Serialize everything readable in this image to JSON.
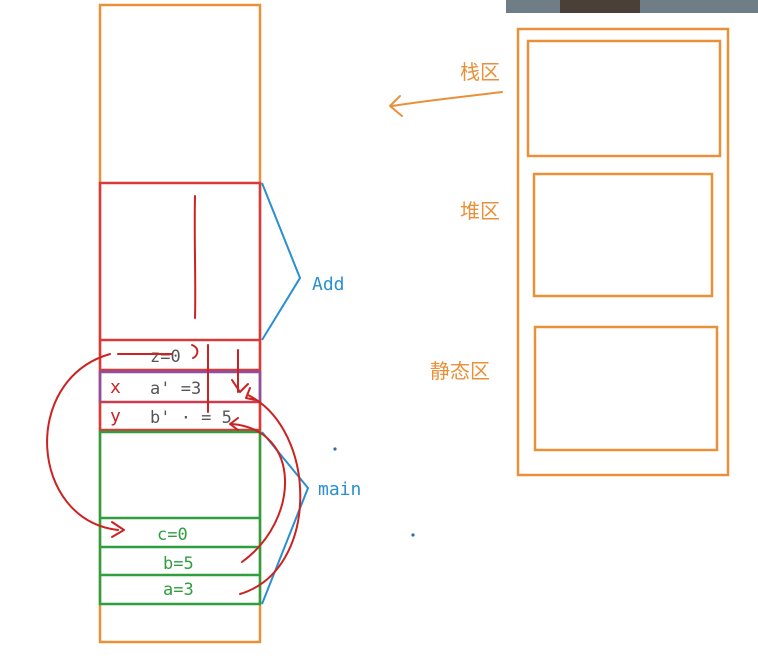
{
  "colors": {
    "outline": "#e8913a",
    "add_frame": "#d63a3a",
    "main_frame": "#2f9e3f",
    "brace": "#2a8fd0",
    "purple": "#8a4fa8",
    "annotation": "#cc2222"
  },
  "memory_areas": {
    "stack": "栈区",
    "heap": "堆区",
    "static": "静态区"
  },
  "frames": {
    "add": {
      "label": "Add",
      "cells": {
        "z": "z=0",
        "a": "a' =3",
        "b": "b' · = 5"
      }
    },
    "main": {
      "label": "main",
      "cells": {
        "c": "c=0",
        "b": "b=5",
        "a": "a=3"
      }
    }
  },
  "annotations": {
    "x_mark": "x",
    "y_mark": "y"
  }
}
